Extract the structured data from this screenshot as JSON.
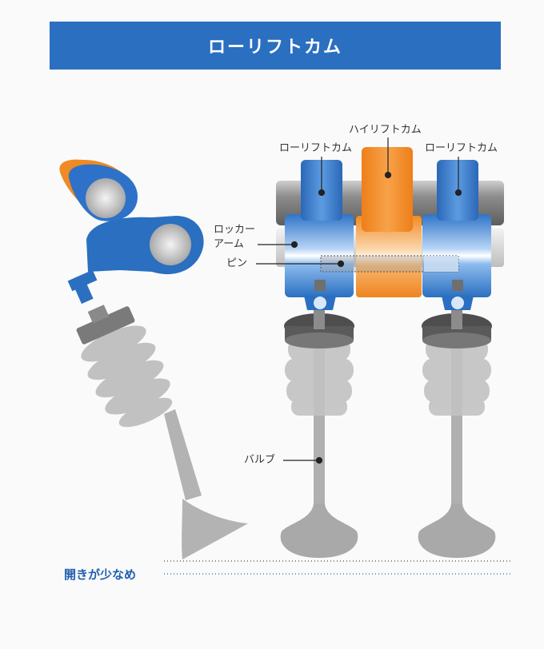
{
  "title": "ローリフトカム",
  "labels": {
    "low_lift_cam_left": "ローリフトカム",
    "high_lift_cam": "ハイリフトカム",
    "low_lift_cam_right": "ローリフトカム",
    "rocker_arm": "ロッカーアーム",
    "rocker_arm_line1": "ロッカー",
    "rocker_arm_line2": "アーム",
    "pin": "ピン",
    "valve": "バルブ"
  },
  "footer": {
    "opening_text": "開きが少なめ"
  },
  "colors": {
    "banner": "#2a6fc0",
    "rocker_blue": "#2a6fc0",
    "cam_blue": "#2d72c8",
    "high_cam_orange": "#f08a24",
    "valve_gray": "#8a8a8a",
    "label_accent": "#1f5fb0"
  }
}
